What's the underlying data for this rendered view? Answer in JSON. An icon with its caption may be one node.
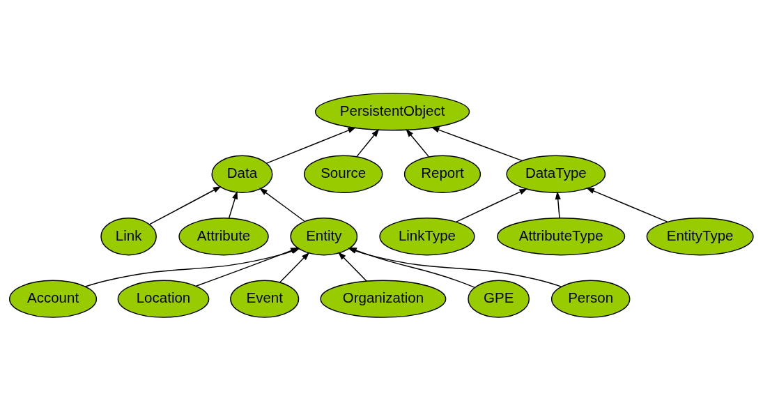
{
  "diagram": {
    "nodes": [
      {
        "text": [
          "PersistentObject"
        ]
      },
      {
        "text": [
          "Data"
        ]
      },
      {
        "text": [
          "Source"
        ]
      },
      {
        "text": [
          "Report"
        ]
      },
      {
        "text": [
          "DataType"
        ]
      },
      {
        "text": [
          "Link"
        ]
      },
      {
        "text": [
          "Attribute"
        ]
      },
      {
        "text": [
          "LinkType"
        ]
      },
      {
        "text": [
          "AttributeType"
        ]
      },
      {
        "text": [
          "Entity"
        ]
      },
      {
        "text": [
          "EntityType"
        ]
      },
      {
        "text": [
          "Account"
        ]
      },
      {
        "text": [
          "Location"
        ]
      },
      {
        "text": [
          "Event"
        ]
      },
      {
        "text": [
          "Organization"
        ]
      },
      {
        "text": [
          "GPE"
        ]
      },
      {
        "text": [
          "Person"
        ]
      }
    ],
    "edges": [
      {
        "from": 1,
        "to": 0,
        "arrow": "to"
      },
      {
        "from": 2,
        "to": 0,
        "arrow": "to"
      },
      {
        "from": 3,
        "to": 0,
        "arrow": "to"
      },
      {
        "from": 4,
        "to": 0,
        "arrow": "to"
      },
      {
        "from": 5,
        "to": 1,
        "arrow": "to"
      },
      {
        "from": 9,
        "to": 1,
        "arrow": "to"
      },
      {
        "from": 6,
        "to": 1,
        "arrow": "to"
      },
      {
        "from": 7,
        "to": 4,
        "arrow": "to"
      },
      {
        "from": 10,
        "to": 4,
        "arrow": "to"
      },
      {
        "from": 8,
        "to": 4,
        "arrow": "to"
      },
      {
        "from": 11,
        "to": 9,
        "arrow": "to"
      },
      {
        "from": 12,
        "to": 9,
        "arrow": "to"
      },
      {
        "from": 13,
        "to": 9,
        "arrow": "to"
      },
      {
        "from": 14,
        "to": 9,
        "arrow": "to"
      },
      {
        "from": 15,
        "to": 9,
        "arrow": "to"
      },
      {
        "from": 16,
        "to": 9,
        "arrow": "to"
      }
    ]
  }
}
